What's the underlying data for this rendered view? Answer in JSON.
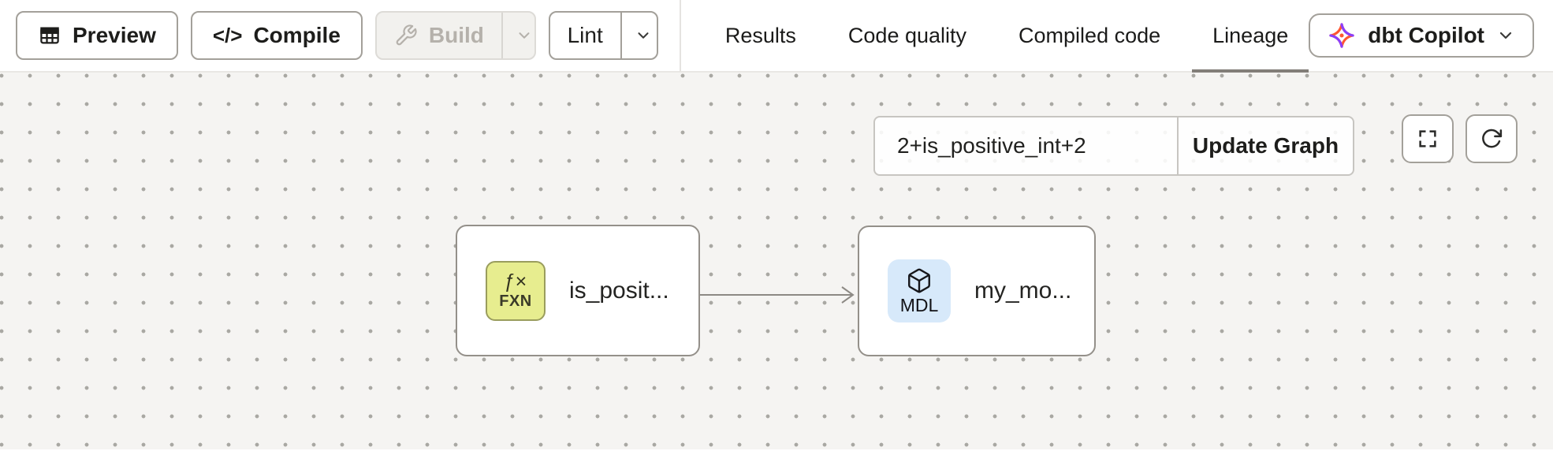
{
  "toolbar": {
    "preview_label": "Preview",
    "compile_label": "Compile",
    "compile_icon_glyph": "</>",
    "build_label": "Build",
    "lint_label": "Lint",
    "copilot_label": "dbt Copilot"
  },
  "tabs": [
    {
      "label": "Results",
      "active": false
    },
    {
      "label": "Code quality",
      "active": false
    },
    {
      "label": "Compiled code",
      "active": false
    },
    {
      "label": "Lineage",
      "active": true
    }
  ],
  "lineage": {
    "selector_value": "2+is_positive_int+2",
    "update_button_label": "Update Graph",
    "nodes": [
      {
        "name": "is_posit...",
        "type_symbol": "ƒ×",
        "type_label": "FXN",
        "badge_color": "#e7ed8f"
      },
      {
        "name": "my_mo...",
        "type_label": "MDL",
        "badge_color": "#d7e9fa"
      }
    ],
    "edges": [
      {
        "from": "is_posit...",
        "to": "my_mo..."
      }
    ]
  },
  "colors": {
    "active_tab_underline": "#827e79",
    "canvas_background": "#f5f4f2",
    "canvas_dots": "#a9a8a3",
    "node_border": "#94908a",
    "fxn_badge": "#e7ed8f",
    "mdl_badge": "#d7e9fa",
    "dbt_orange": "#ff5632",
    "dbt_purple": "#8a3ffc",
    "disabled_text": "#b5b1ab"
  }
}
